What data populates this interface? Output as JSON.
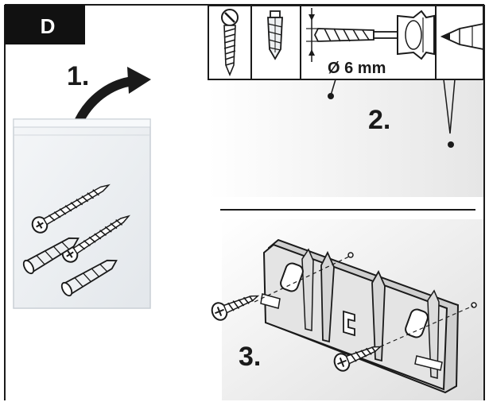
{
  "section": {
    "letter": "D"
  },
  "steps": [
    {
      "number": "1."
    },
    {
      "number": "2."
    },
    {
      "number": "3."
    }
  ],
  "tools": {
    "drill_diameter": "Ø 6 mm",
    "items": [
      "screw-icon",
      "wall-plug-icon",
      "drill-bit-icon",
      "hole-saw-icon",
      "pencil-icon"
    ]
  },
  "colors": {
    "ink": "#1a1a1a",
    "badge": "#111111",
    "badge_text": "#ffffff",
    "bag": "#eef1f4"
  }
}
